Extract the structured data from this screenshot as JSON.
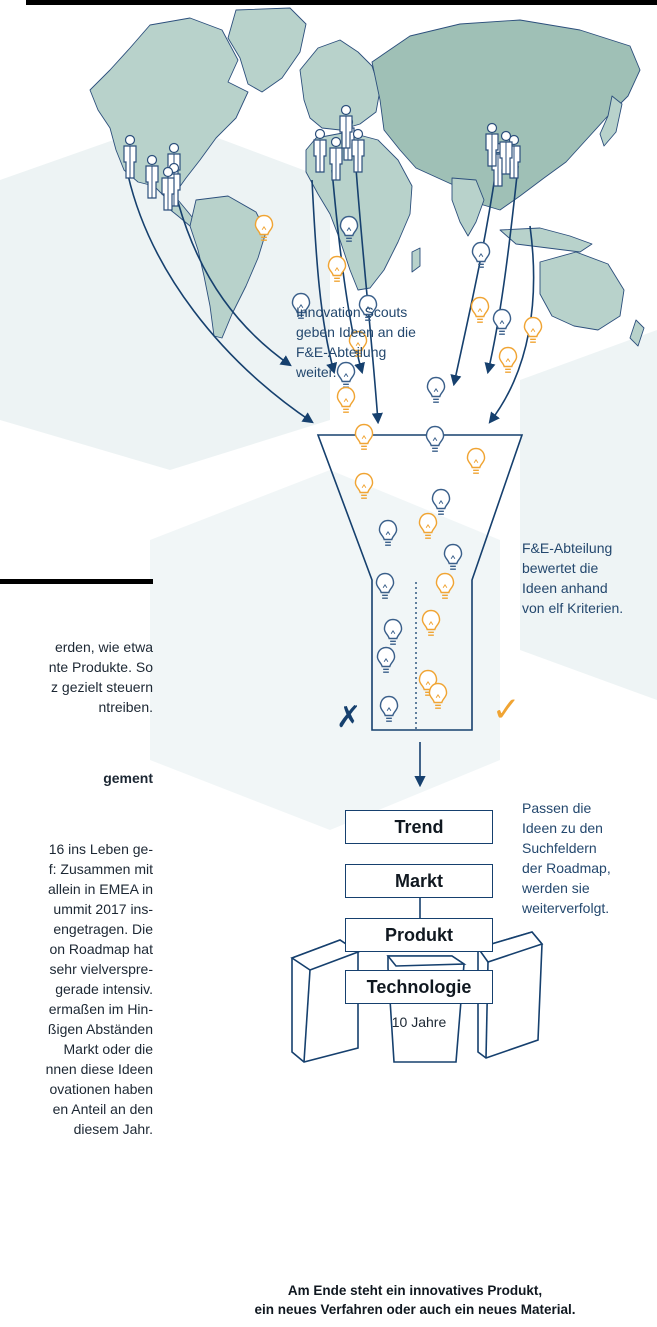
{
  "labels": {
    "scouts": [
      "Innovation Scouts",
      "geben Ideen an die",
      "F&E-Abteilung",
      "weiter."
    ],
    "evaluation": [
      "F&E-Abteilung",
      "bewertet die",
      "Ideen anhand",
      "von elf Kriterien."
    ],
    "roadmap": [
      "Passen die",
      "Ideen zu den",
      "Suchfeldern",
      "der Roadmap,",
      "werden sie",
      "weiterverfolgt."
    ]
  },
  "roadmap_fields": [
    "Trend",
    "Markt",
    "Produkt",
    "Technologie"
  ],
  "timeframe": "10 Jahre",
  "caption": [
    "Am Ende steht ein innovatives Produkt,",
    "ein neues Verfahren oder auch ein neues Material."
  ],
  "body_text": {
    "intro": [
      "erden, wie etwa",
      "nte Produkte. So",
      "z gezielt steuern",
      "ntreiben."
    ],
    "heading": "gement",
    "paragraph": [
      "16 ins Leben ge-",
      "f: Zusammen mit",
      "allein in EMEA in",
      "ummit 2017 ins-",
      "engetragen. Die",
      "on Roadmap hat",
      "sehr vielverspre-",
      "gerade intensiv.",
      "ermaßen im Hin-",
      "ßigen Abständen",
      "Markt oder die",
      "nnen diese Ideen",
      "ovationen haben",
      "en Anteil an den",
      "diesem Jahr."
    ]
  },
  "marks": {
    "reject": "✗",
    "accept": "✓",
    "arrow": "↓"
  },
  "colors": {
    "navy": "#16406e",
    "outline": "#2c4f7c",
    "land": "#b8d2cb",
    "land_dark": "#9fc0b6",
    "hexagon": "#edf3f4",
    "bulb_orange": "#f0a433",
    "bulb_blue": "#3a5f8a",
    "rule": "#000000"
  },
  "icons": [
    "world-map-icon",
    "person-icon",
    "lightbulb-icon",
    "funnel-icon",
    "arrow-icon",
    "cross-icon",
    "check-icon",
    "box-icon"
  ]
}
